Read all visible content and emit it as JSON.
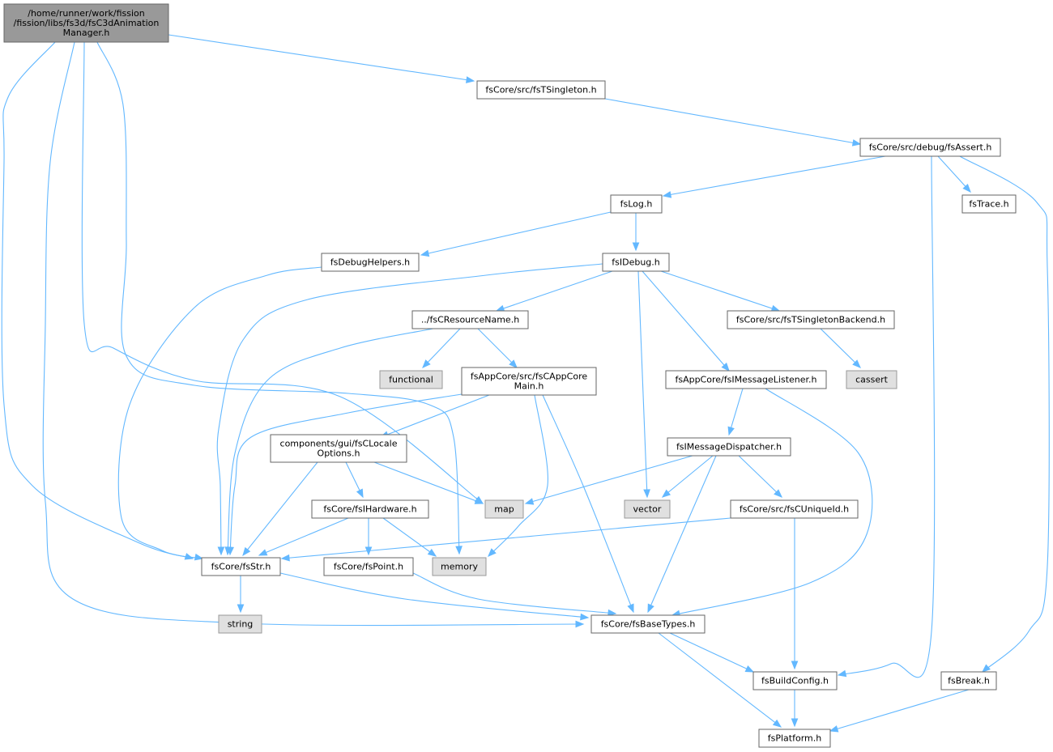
{
  "diagram": {
    "colors": {
      "edge": "#63b8ff",
      "node_border": "#666666",
      "root_fill": "#999999",
      "system_fill": "#e0e0e0",
      "node_fill": "#ffffff"
    },
    "nodes": [
      {
        "id": "root",
        "lines": [
          "/home/runner/work/fission",
          "/fission/libs/fs3d/fsC3dAnimation",
          "Manager.h"
        ],
        "kind": "root"
      },
      {
        "id": "tsingleton",
        "lines": [
          "fsCore/src/fsTSingleton.h"
        ],
        "kind": "file"
      },
      {
        "id": "assert",
        "lines": [
          "fsCore/src/debug/fsAssert.h"
        ],
        "kind": "file"
      },
      {
        "id": "log",
        "lines": [
          "fsLog.h"
        ],
        "kind": "file"
      },
      {
        "id": "trace",
        "lines": [
          "fsTrace.h"
        ],
        "kind": "file"
      },
      {
        "id": "debughelpers",
        "lines": [
          "fsDebugHelpers.h"
        ],
        "kind": "file"
      },
      {
        "id": "idebug",
        "lines": [
          "fsIDebug.h"
        ],
        "kind": "file"
      },
      {
        "id": "resname",
        "lines": [
          "../fsCResourceName.h"
        ],
        "kind": "file"
      },
      {
        "id": "tsbackend",
        "lines": [
          "fsCore/src/fsTSingletonBackend.h"
        ],
        "kind": "file"
      },
      {
        "id": "functional",
        "lines": [
          "functional"
        ],
        "kind": "system"
      },
      {
        "id": "appcoremain",
        "lines": [
          "fsAppCore/src/fsCAppCore",
          "Main.h"
        ],
        "kind": "file"
      },
      {
        "id": "msglistener",
        "lines": [
          "fsAppCore/fsIMessageListener.h"
        ],
        "kind": "file"
      },
      {
        "id": "cassert",
        "lines": [
          "cassert"
        ],
        "kind": "system"
      },
      {
        "id": "locale",
        "lines": [
          "components/gui/fsCLocale",
          "Options.h"
        ],
        "kind": "file"
      },
      {
        "id": "msgdispatcher",
        "lines": [
          "fsIMessageDispatcher.h"
        ],
        "kind": "file"
      },
      {
        "id": "map",
        "lines": [
          "map"
        ],
        "kind": "system"
      },
      {
        "id": "vector",
        "lines": [
          "vector"
        ],
        "kind": "system"
      },
      {
        "id": "hardware",
        "lines": [
          "fsCore/fsIHardware.h"
        ],
        "kind": "file"
      },
      {
        "id": "uniqueid",
        "lines": [
          "fsCore/src/fsCUniqueId.h"
        ],
        "kind": "file"
      },
      {
        "id": "str",
        "lines": [
          "fsCore/fsStr.h"
        ],
        "kind": "file"
      },
      {
        "id": "point",
        "lines": [
          "fsCore/fsPoint.h"
        ],
        "kind": "file"
      },
      {
        "id": "memory",
        "lines": [
          "memory"
        ],
        "kind": "system"
      },
      {
        "id": "string",
        "lines": [
          "string"
        ],
        "kind": "system"
      },
      {
        "id": "basetypes",
        "lines": [
          "fsCore/fsBaseTypes.h"
        ],
        "kind": "file"
      },
      {
        "id": "buildconfig",
        "lines": [
          "fsBuildConfig.h"
        ],
        "kind": "file"
      },
      {
        "id": "break",
        "lines": [
          "fsBreak.h"
        ],
        "kind": "file"
      },
      {
        "id": "platform",
        "lines": [
          "fsPlatform.h"
        ],
        "kind": "file"
      }
    ],
    "edges": [
      {
        "from": "root",
        "to": "tsingleton"
      },
      {
        "from": "root",
        "to": "str"
      },
      {
        "from": "root",
        "to": "basetypes"
      },
      {
        "from": "root",
        "to": "map"
      },
      {
        "from": "root",
        "to": "memory"
      },
      {
        "from": "tsingleton",
        "to": "assert"
      },
      {
        "from": "assert",
        "to": "log"
      },
      {
        "from": "assert",
        "to": "trace"
      },
      {
        "from": "assert",
        "to": "buildconfig"
      },
      {
        "from": "assert",
        "to": "break"
      },
      {
        "from": "log",
        "to": "debughelpers"
      },
      {
        "from": "log",
        "to": "idebug"
      },
      {
        "from": "debughelpers",
        "to": "str"
      },
      {
        "from": "idebug",
        "to": "resname"
      },
      {
        "from": "idebug",
        "to": "tsbackend"
      },
      {
        "from": "idebug",
        "to": "msglistener"
      },
      {
        "from": "idebug",
        "to": "vector"
      },
      {
        "from": "idebug",
        "to": "str"
      },
      {
        "from": "resname",
        "to": "functional"
      },
      {
        "from": "resname",
        "to": "appcoremain"
      },
      {
        "from": "resname",
        "to": "str"
      },
      {
        "from": "tsbackend",
        "to": "cassert"
      },
      {
        "from": "appcoremain",
        "to": "locale"
      },
      {
        "from": "appcoremain",
        "to": "str"
      },
      {
        "from": "appcoremain",
        "to": "memory"
      },
      {
        "from": "appcoremain",
        "to": "basetypes"
      },
      {
        "from": "msglistener",
        "to": "msgdispatcher"
      },
      {
        "from": "msglistener",
        "to": "basetypes"
      },
      {
        "from": "locale",
        "to": "map"
      },
      {
        "from": "locale",
        "to": "hardware"
      },
      {
        "from": "locale",
        "to": "str"
      },
      {
        "from": "msgdispatcher",
        "to": "map"
      },
      {
        "from": "msgdispatcher",
        "to": "vector"
      },
      {
        "from": "msgdispatcher",
        "to": "uniqueid"
      },
      {
        "from": "msgdispatcher",
        "to": "basetypes"
      },
      {
        "from": "hardware",
        "to": "str"
      },
      {
        "from": "hardware",
        "to": "point"
      },
      {
        "from": "hardware",
        "to": "memory"
      },
      {
        "from": "uniqueid",
        "to": "str"
      },
      {
        "from": "uniqueid",
        "to": "buildconfig"
      },
      {
        "from": "str",
        "to": "string"
      },
      {
        "from": "str",
        "to": "basetypes"
      },
      {
        "from": "point",
        "to": "basetypes"
      },
      {
        "from": "basetypes",
        "to": "buildconfig"
      },
      {
        "from": "basetypes",
        "to": "platform"
      },
      {
        "from": "buildconfig",
        "to": "platform"
      },
      {
        "from": "break",
        "to": "platform"
      }
    ]
  }
}
